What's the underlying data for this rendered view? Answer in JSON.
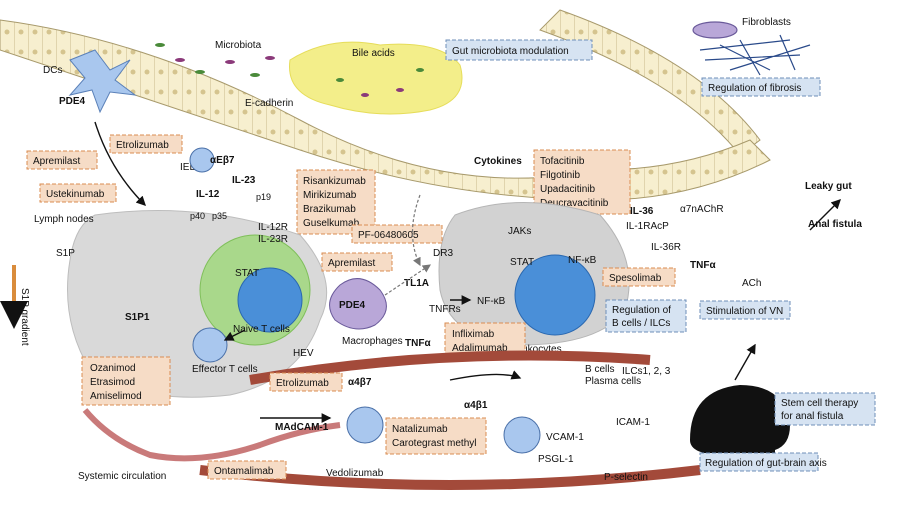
{
  "top": {
    "microbiota": "Microbiota",
    "bile_acids": "Bile acids",
    "gut_microbiota_modulation": "Gut microbiota modulation",
    "fibroblasts": "Fibroblasts",
    "regulation_of_fibrosis": "Regulation of fibrosis",
    "dcs": "DCs",
    "pde4": "PDE4",
    "e_cadherin": "E-cadherin",
    "iels": "IELs",
    "aeb7": "αEβ7",
    "leaky_gut": "Leaky gut",
    "anal_fistula": "Anal fistula"
  },
  "drugs": {
    "apremilast": "Apremilast",
    "etrolizumab": "Etrolizumab",
    "ustekinumab": "Ustekinumab",
    "il23_group": [
      "Risankizumab",
      "Mirikizumab",
      "Brazikumab",
      "Guselkumab"
    ],
    "jak_group": [
      "Tofacitinib",
      "Filgotinib",
      "Upadacitinib",
      "Deucravacitinib"
    ],
    "pf": "PF-06480605",
    "apremilast2": "Apremilast",
    "spesolimab": "Spesolimab",
    "tnf_group": [
      "Infliximab",
      "Adalimumab"
    ],
    "s1p_group": [
      "Ozanimod",
      "Etrasimod",
      "Amiselimod"
    ],
    "etrolizumab2": "Etrolizumab",
    "ontamalimab": "Ontamalimab",
    "vedolizumab": "Vedolizumab",
    "natalizumab_group": [
      "Natalizumab",
      "Carotegrast methyl"
    ]
  },
  "labels": {
    "il12": "IL-12",
    "il23": "IL-23",
    "p19": "p19",
    "p40": "p40",
    "p35": "p35",
    "il12r": "IL-12R",
    "il23r": "IL-23R",
    "lymph_nodes": "Lymph nodes",
    "s1p": "S1P",
    "s1p1": "S1P1",
    "s1p_gradient": "S1P gradient",
    "stat": "STAT",
    "naive_t": "Naive T cells",
    "effector_t": "Effector T cells",
    "cytokines": "Cytokines",
    "jaks": "JAKs",
    "stat2": "STAT",
    "nfkb": "NF-κB",
    "nfkb2": "NF-κB",
    "dr3": "DR3",
    "tl1a": "TL1A",
    "tnfrs": "TNFRs",
    "tnfa": "TNFα",
    "pde4b": "PDE4",
    "macrophages": "Macrophages",
    "leukocytes": "Leukocytes",
    "il36": "IL-36",
    "il1racp": "IL-1RAcP",
    "il36r": "IL-36R",
    "a7nachr": "α7nAChR",
    "tnfa2": "TNFα",
    "ach": "ACh",
    "hev": "HEV",
    "b_cells": "B cells",
    "plasma_cells": "Plasma cells",
    "ilcs": "ILCs1, 2, 3",
    "a4b7": "α4β7",
    "a4b1": "α4β1",
    "madcam": "MAdCAM-1",
    "vcam": "VCAM-1",
    "icam": "ICAM-1",
    "psgl": "PSGL-1",
    "pselectin": "P-selectin",
    "systemic": "Systemic circulation"
  },
  "boxes": {
    "regulation_b": "Regulation of",
    "regulation_b2": "B cells / ILCs",
    "stimulation_vn": "Stimulation of VN",
    "stem_cell": "Stem cell therapy",
    "stem_cell2": "for anal fistula",
    "gut_brain": "Regulation of gut-brain axis"
  }
}
